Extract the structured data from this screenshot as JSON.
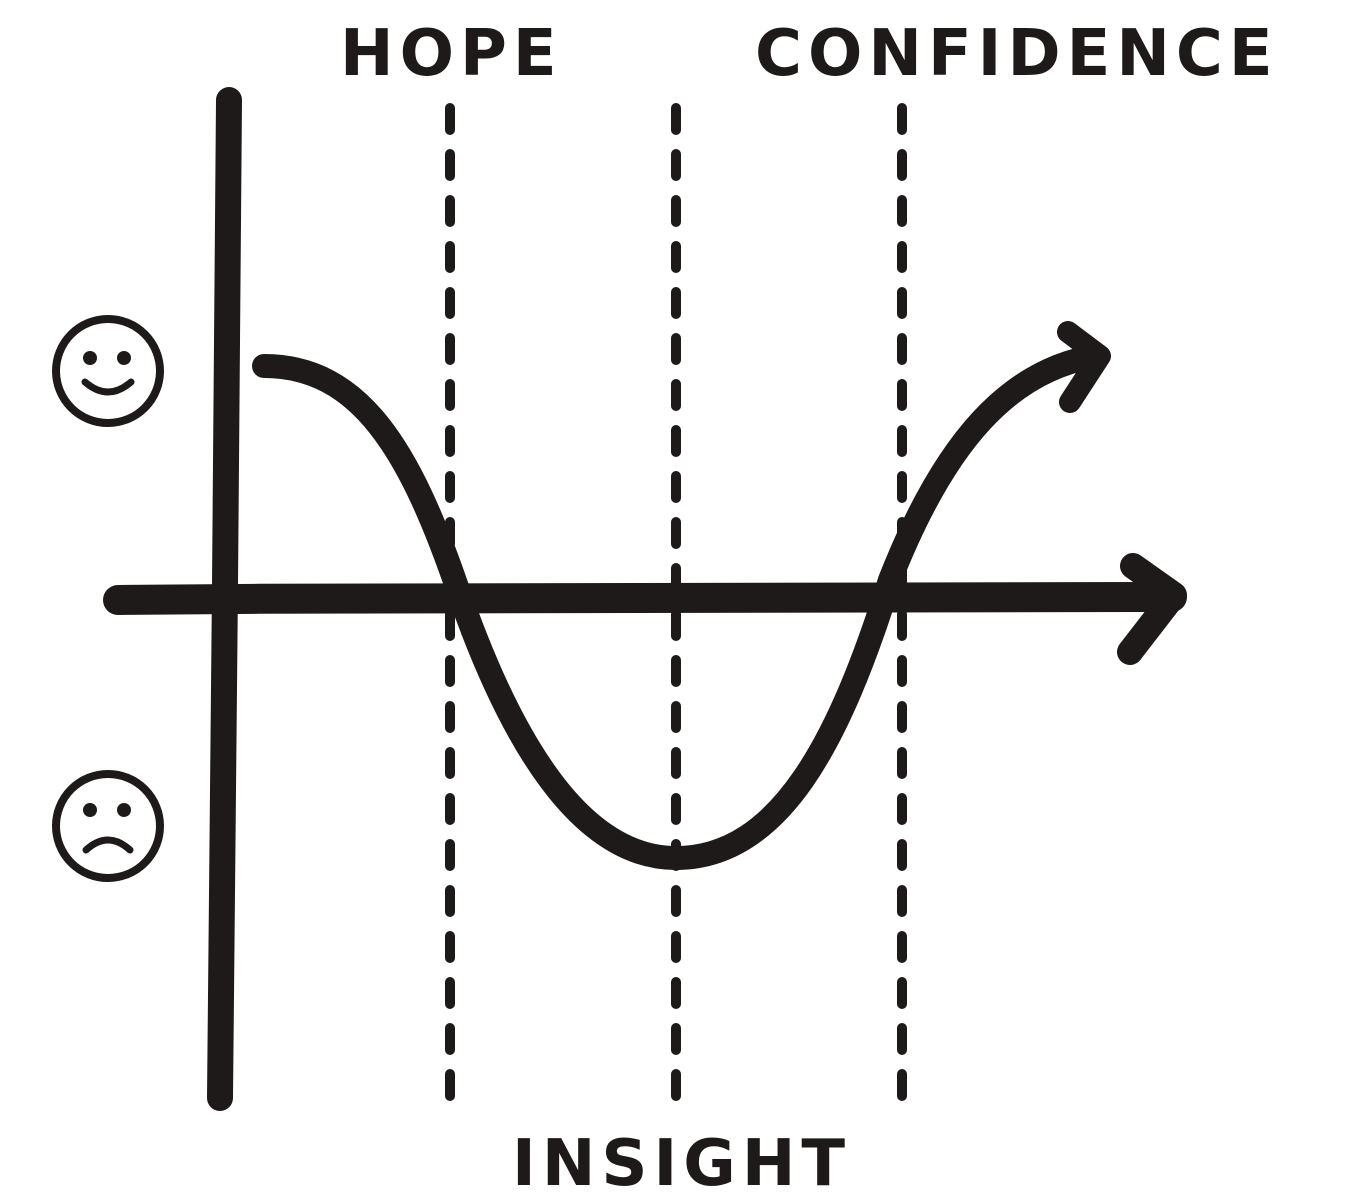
{
  "labels": {
    "top_left": "HOPE",
    "top_right": "CONFIDENCE",
    "bottom": "INSIGHT"
  },
  "icons": {
    "positive": "smiley-face-icon",
    "negative": "frowny-face-icon"
  },
  "colors": {
    "ink": "#1f1a1a",
    "background": "#ffffff"
  }
}
